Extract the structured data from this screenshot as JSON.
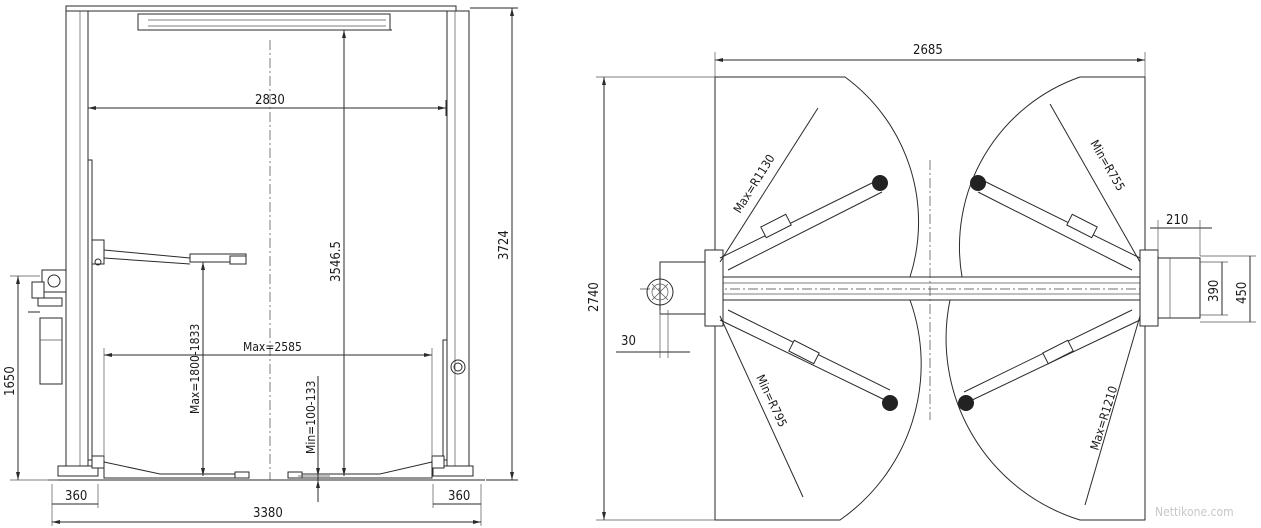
{
  "front_view": {
    "dim_column_inner_width": "2830",
    "dim_lift_height": "3546.5",
    "dim_total_height": "3724",
    "dim_arm_span": "Max=2585",
    "dim_max_pad_height": "Max=1800-1833",
    "dim_min_pad_height": "Min=100-133",
    "dim_power_unit_height": "1650",
    "dim_base_left": "360",
    "dim_base_right": "360",
    "dim_overall_width": "3380"
  },
  "top_view": {
    "dim_swing_width": "2685",
    "dim_swing_depth": "2740",
    "dim_radius_top_left": "Max=R1130",
    "dim_radius_top_right": "Min=R755",
    "dim_radius_bottom_left": "Min=R795",
    "dim_radius_bottom_right": "Max=R1210",
    "dim_offset": "210",
    "dim_column_inner": "390",
    "dim_column_outer": "450",
    "dim_post_offset": "30"
  },
  "watermark": "Nettikone.com"
}
